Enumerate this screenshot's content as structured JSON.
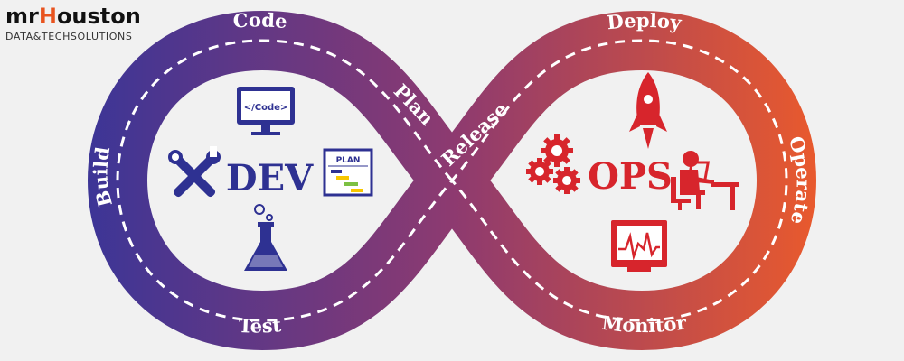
{
  "logo": {
    "prefix": "mr",
    "highlight": "H",
    "suffix": "ouston",
    "tagline": "DATA&TECHSOLUTIONS"
  },
  "loop": {
    "gradient_start": "#3b3597",
    "gradient_mid": "#8d3a70",
    "gradient_end": "#ea5a2c"
  },
  "stages": {
    "code": "Code",
    "build": "Build",
    "test": "Test",
    "plan": "Plan",
    "release": "Release",
    "deploy": "Deploy",
    "operate": "Operate",
    "monitor": "Monitor"
  },
  "dev": {
    "label": "DEV",
    "color": "#2e3192",
    "code_screen_text": "</Code>",
    "plan_doc_text": "PLAN"
  },
  "ops": {
    "label": "OPS",
    "color": "#d7252c"
  }
}
